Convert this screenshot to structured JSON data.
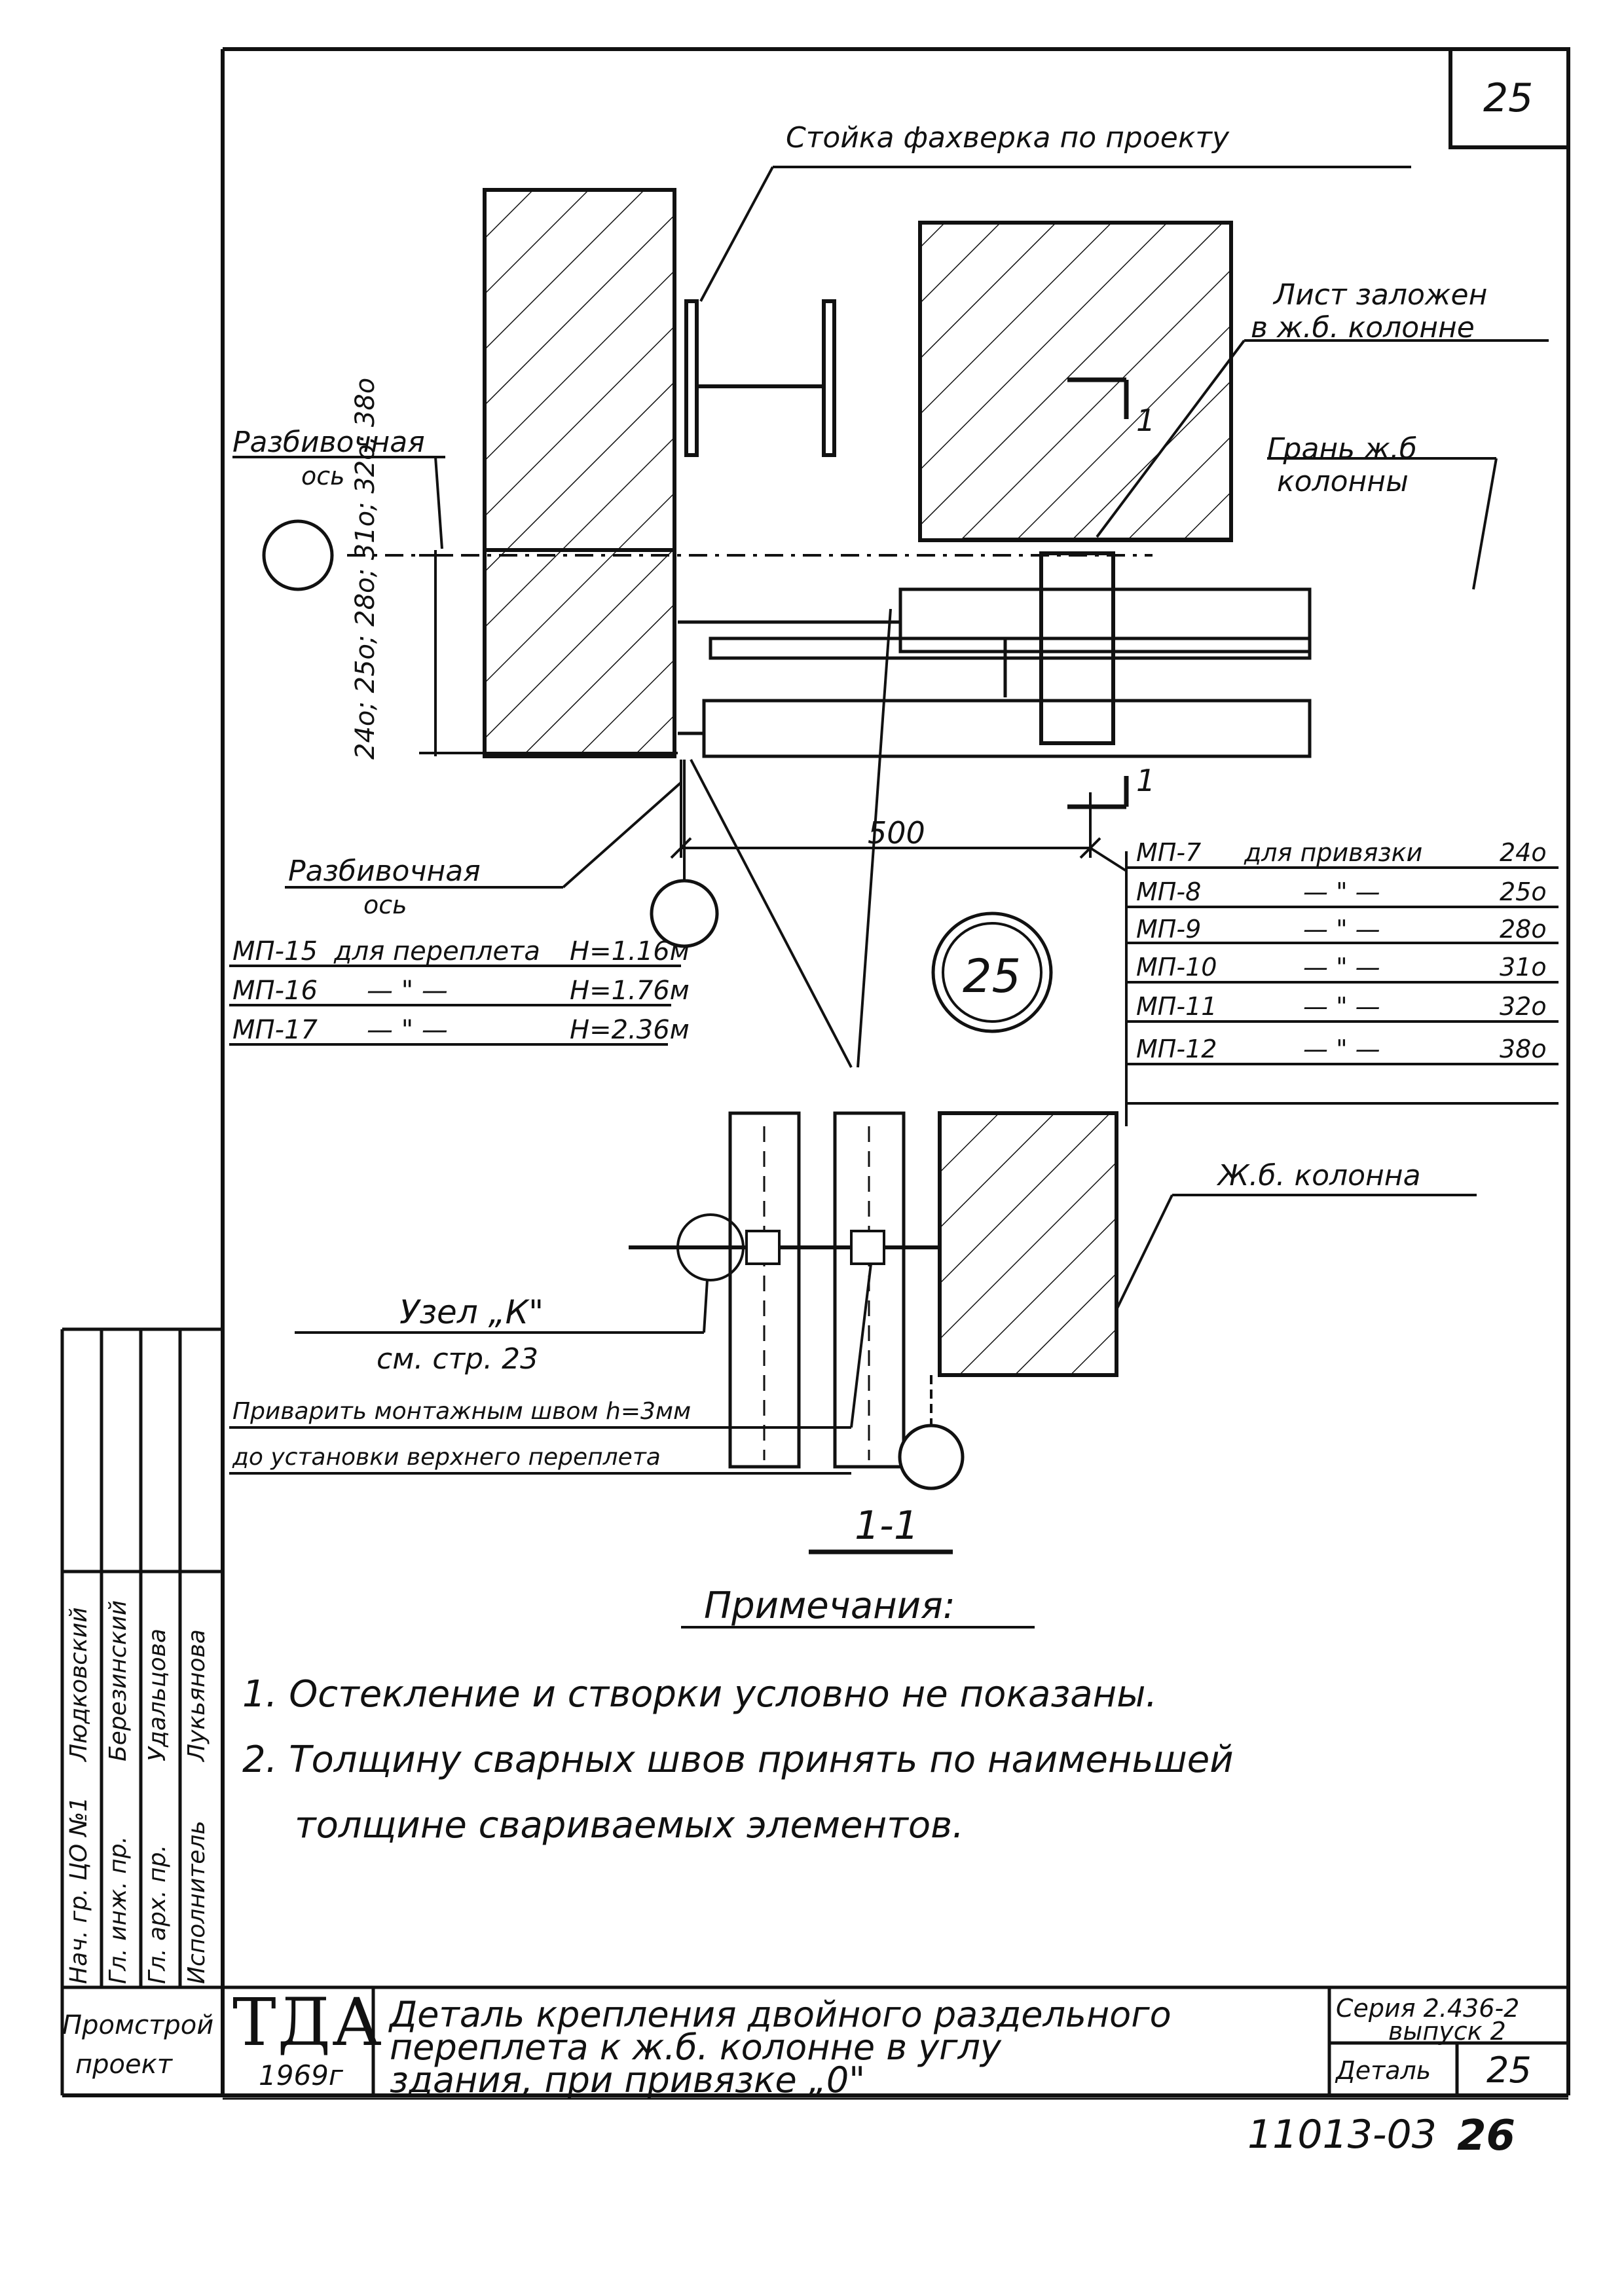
{
  "sheet": {
    "page_number": "25",
    "footer_code": "11013-03",
    "footer_page": "26"
  },
  "drawing": {
    "label_stoyka": "Стойка фахверка по проекту",
    "label_list_l1": "Лист заложен",
    "label_list_l2": "в ж.б. колонне",
    "label_gran_l1": "Грань ж.б",
    "label_gran_l2": "колонны",
    "label_axis1_l1": "Разбивочная",
    "label_axis1_l2": "ось",
    "label_axis2_l1": "Разбивочная",
    "label_axis2_l2": "ось",
    "dim_vertical": "24о; 25о; 28о; 31о; 32о; 38о",
    "dim_500": "500",
    "section_mark": "1",
    "detail_circle": "25",
    "mp_left": [
      {
        "name": "МП-15",
        "text": "для переплета",
        "h": "Н=1.16м"
      },
      {
        "name": "МП-16",
        "text": "— \" —",
        "h": "Н=1.76м"
      },
      {
        "name": "МП-17",
        "text": "— \" —",
        "h": "Н=2.36м"
      }
    ],
    "mp_right": [
      {
        "name": "МП-7",
        "text": "для привязки",
        "val": "24о"
      },
      {
        "name": "МП-8",
        "text": "— \" —",
        "val": "25о"
      },
      {
        "name": "МП-9",
        "text": "— \" —",
        "val": "28о"
      },
      {
        "name": "МП-10",
        "text": "— \" —",
        "val": "31о"
      },
      {
        "name": "МП-11",
        "text": "— \" —",
        "val": "32о"
      },
      {
        "name": "МП-12",
        "text": "— \" —",
        "val": "38о"
      }
    ],
    "label_column": "Ж.б. колонна",
    "label_uzel_l1": "Узел „К\"",
    "label_uzel_l2": "см. стр. 23",
    "label_weld_l1": "Приварить монтажным швом h=3мм",
    "label_weld_l2": "до установки верхнего переплета",
    "section_title": "1-1"
  },
  "notes": {
    "heading": "Примечания:",
    "line1": "1. Остекление и створки условно не показаны.",
    "line2": "2. Толщину сварных швов принять по наименьшей",
    "line3": "толщине свариваемых элементов."
  },
  "stamp": {
    "roles": [
      "Нач. гр. ЦО №1",
      "Гл. инж. пр.",
      "Гл. арх. пр.",
      "Исполнитель"
    ],
    "names": [
      "Людковский",
      "Березинский",
      "Удальцова",
      "Лукьянова"
    ],
    "org_l1": "Промстрой",
    "org_l2": "проект",
    "tda": "ТДА",
    "year": "1969г",
    "title_l1": "Деталь крепления двойного раздельного",
    "title_l2": "переплета к ж.б. колонне в углу",
    "title_l3": "здания, при привязке „0\"",
    "seria_l1": "Серия 2.436-2",
    "seria_l2": "выпуск 2",
    "detal_label": "Деталь",
    "detal_num": "25"
  }
}
